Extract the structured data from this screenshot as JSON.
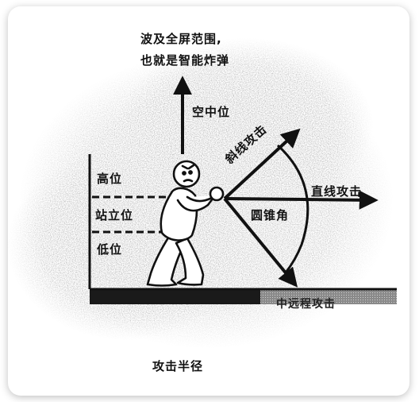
{
  "labels": {
    "top_line1": "波及全屏范围,",
    "top_line2": "也就是智能炸弹",
    "air_mid": "空中位",
    "high": "高位",
    "standing": "站立位",
    "low": "低位",
    "diagonal": "斜线攻击",
    "straight": "直线攻击",
    "cone": "圆锥角",
    "mid_range": "中远程攻击",
    "radius": "攻击半径"
  },
  "colors": {
    "ink": "#111111",
    "background": "#ffffff",
    "speckle": "#9a9a9a"
  }
}
